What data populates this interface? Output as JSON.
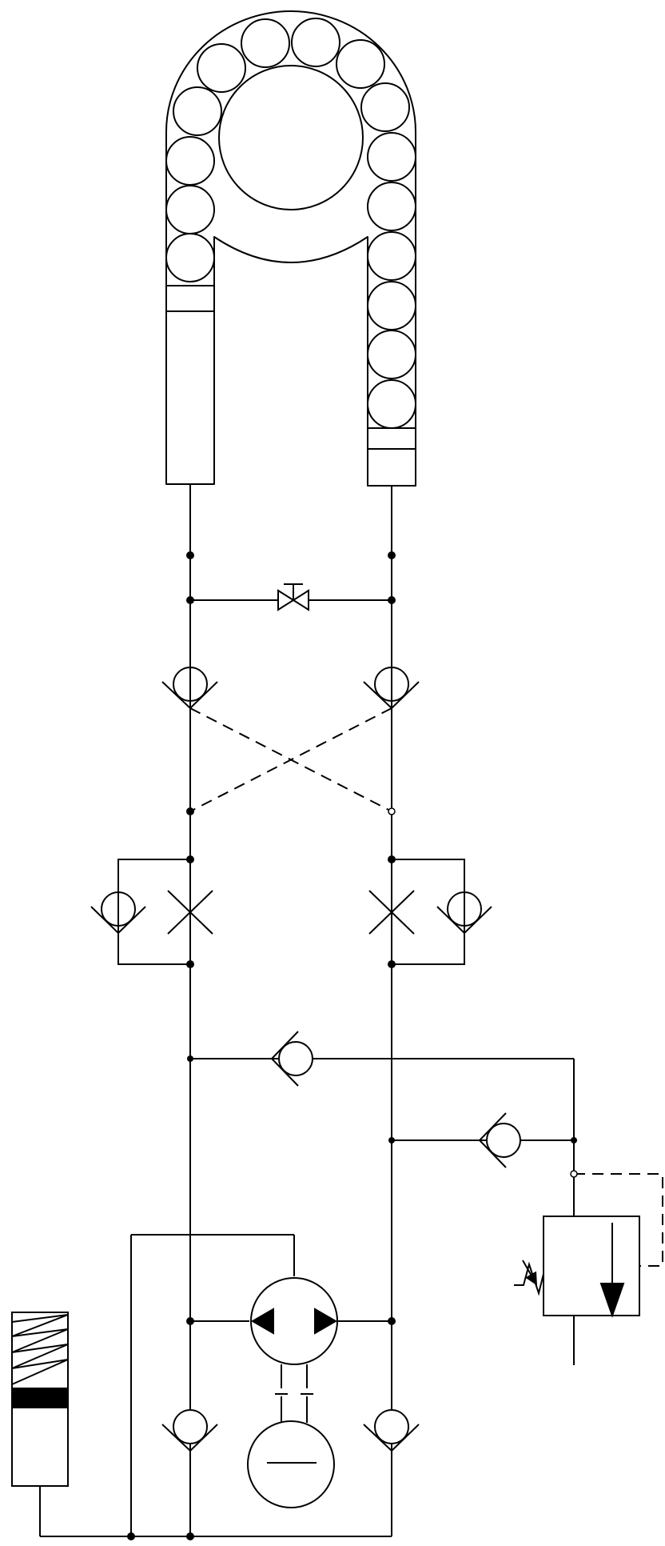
{
  "diagram": {
    "kind": "hydraulic circuit schematic",
    "stroke_color": "#000000",
    "background_color": "#ffffff",
    "components": [
      "roller-chain-actuator",
      "shutoff-valve",
      "pilot-check-valve-left",
      "pilot-check-valve-right",
      "one-way-flow-control-left",
      "one-way-flow-control-right",
      "check-valve-upper",
      "check-valve-lower",
      "pressure-relief-valve",
      "bidirectional-pump",
      "electric-motor",
      "accumulator",
      "check-valve-bottom-left",
      "check-valve-bottom-right"
    ]
  }
}
